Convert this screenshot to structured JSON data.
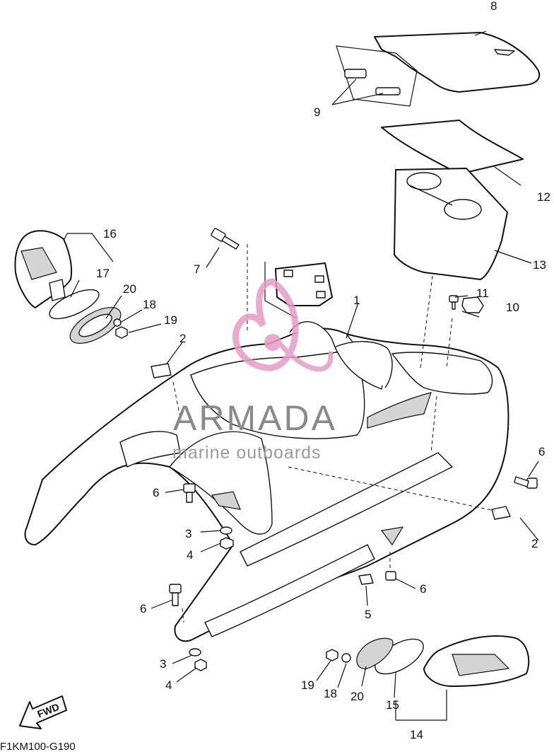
{
  "callouts": {
    "c1": "1",
    "c2a": "2",
    "c2b": "2",
    "c3a": "3",
    "c3b": "3",
    "c4a": "4",
    "c4b": "4",
    "c5": "5",
    "c6a": "6",
    "c6b": "6",
    "c6c": "6",
    "c6d": "6",
    "c7": "7",
    "c8": "8",
    "c9": "9",
    "c10": "10",
    "c11": "11",
    "c12": "12",
    "c13": "13",
    "c14": "14",
    "c15": "15",
    "c16": "16",
    "c17": "17",
    "c18a": "18",
    "c18b": "18",
    "c19a": "19",
    "c19b": "19",
    "c20a": "20",
    "c20b": "20"
  },
  "watermark": {
    "title": "ARMADA",
    "subtitle": "marine outboards",
    "brand_color": "#e79cc6"
  },
  "fwd_label": "FWD",
  "diagram_code": "F1KM100-G190"
}
